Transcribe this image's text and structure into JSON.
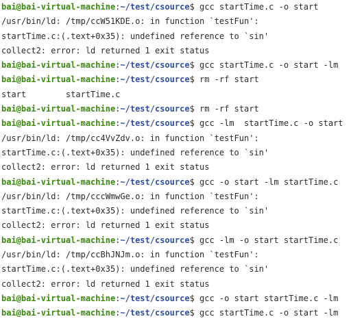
{
  "prompt": {
    "user_host": "bai@bai-virtual-machine",
    "sep": ":",
    "path": "~/test/csource",
    "dollar": "$"
  },
  "lines": [
    {
      "kind": "cmd",
      "text": " gcc startTime.c -o start"
    },
    {
      "kind": "out",
      "text": "/usr/bin/ld: /tmp/ccW51KDE.o: in function `testFun':"
    },
    {
      "kind": "out",
      "text": "startTime.c:(.text+0x35): undefined reference to `sin'"
    },
    {
      "kind": "out",
      "text": "collect2: error: ld returned 1 exit status"
    },
    {
      "kind": "cmd",
      "text": " gcc startTime.c -o start -lm"
    },
    {
      "kind": "cmd",
      "text": " rm -rf start"
    },
    {
      "kind": "out",
      "text": "start        startTime.c"
    },
    {
      "kind": "cmd",
      "text": " rm -rf start"
    },
    {
      "kind": "cmd",
      "text": " gcc -lm  startTime.c -o start"
    },
    {
      "kind": "out",
      "text": "/usr/bin/ld: /tmp/cc4VvZdv.o: in function `testFun':"
    },
    {
      "kind": "out",
      "text": "startTime.c:(.text+0x35): undefined reference to `sin'"
    },
    {
      "kind": "out",
      "text": "collect2: error: ld returned 1 exit status"
    },
    {
      "kind": "cmd",
      "text": " gcc -o start -lm startTime.c"
    },
    {
      "kind": "out",
      "text": "/usr/bin/ld: /tmp/cccWmwGe.o: in function `testFun':"
    },
    {
      "kind": "out",
      "text": "startTime.c:(.text+0x35): undefined reference to `sin'"
    },
    {
      "kind": "out",
      "text": "collect2: error: ld returned 1 exit status"
    },
    {
      "kind": "cmd",
      "text": " gcc -lm -o start startTime.c"
    },
    {
      "kind": "out",
      "text": "/usr/bin/ld: /tmp/ccBhJNJm.o: in function `testFun':"
    },
    {
      "kind": "out",
      "text": "startTime.c:(.text+0x35): undefined reference to `sin'"
    },
    {
      "kind": "out",
      "text": "collect2: error: ld returned 1 exit status"
    },
    {
      "kind": "cmd",
      "text": " gcc -o start startTime.c -lm"
    },
    {
      "kind": "cmd",
      "text": " gcc startTime.c -o start -lm"
    }
  ],
  "colors": {
    "user_host": "#3a8a0f",
    "path": "#2f4fa8",
    "text": "#2b2b2b",
    "background": "#ffffff"
  }
}
